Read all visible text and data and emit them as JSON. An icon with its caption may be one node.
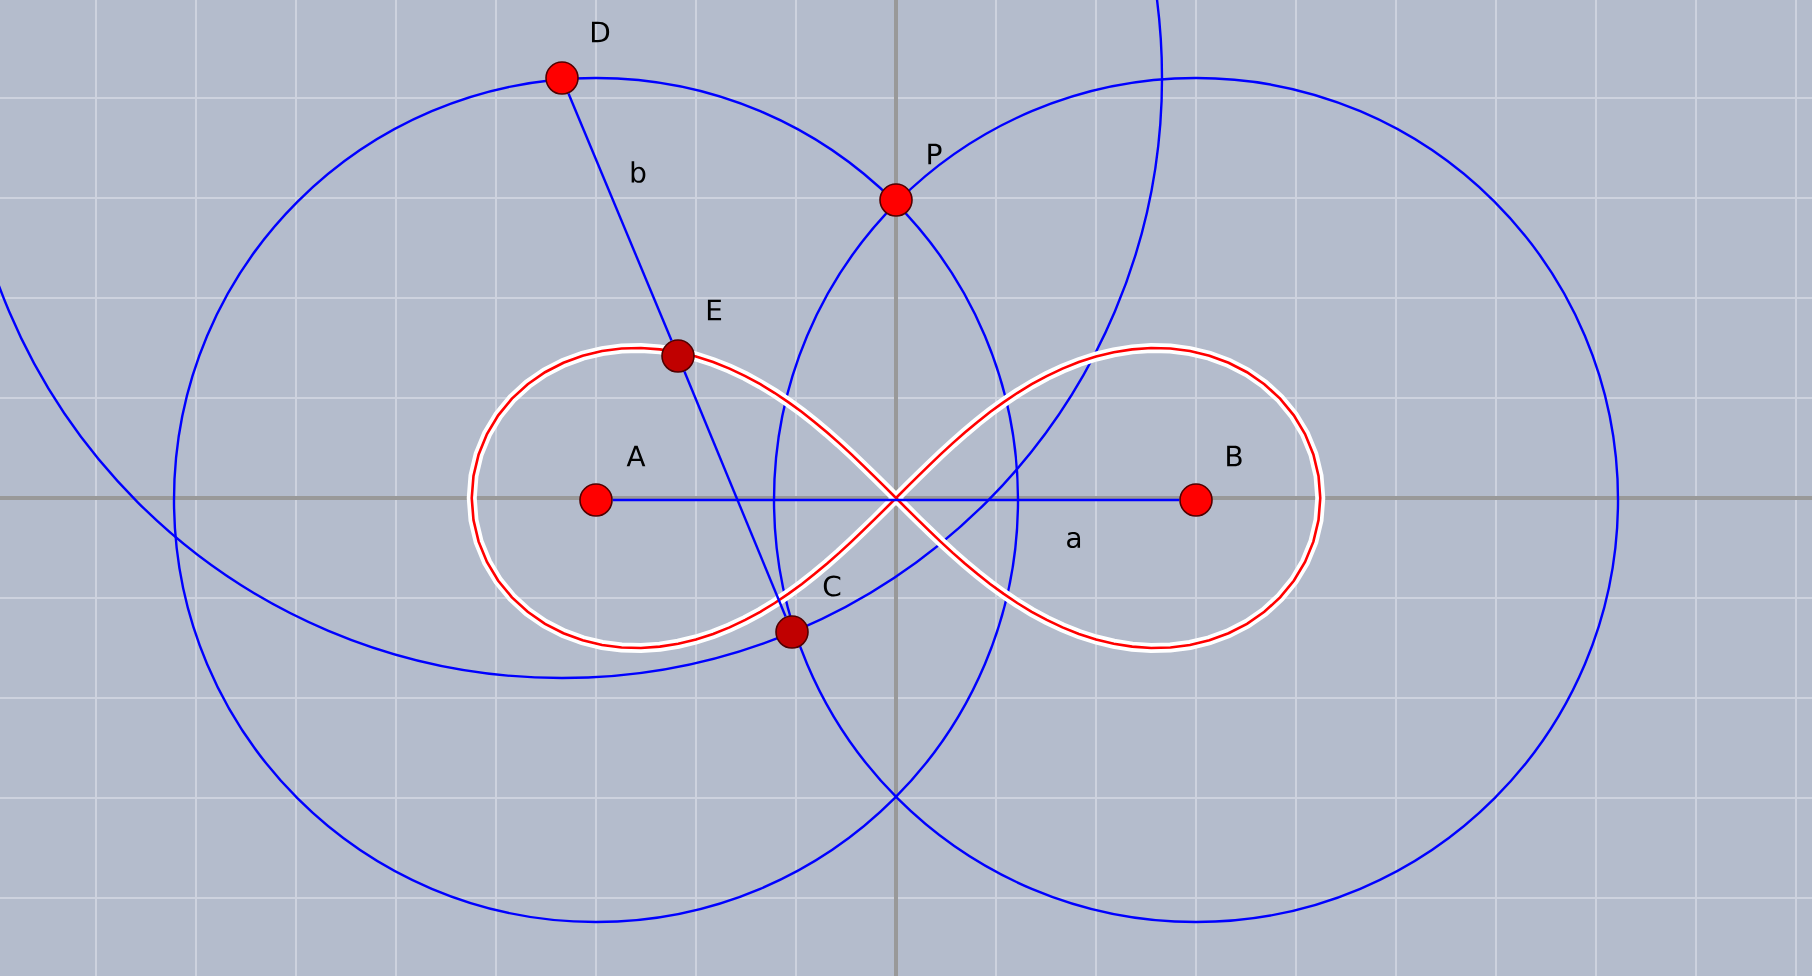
{
  "diagram": {
    "nodes": [
      {
        "text": [
          "D"
        ]
      },
      {
        "text": [
          "P"
        ]
      },
      {
        "text": [
          "E"
        ]
      },
      {
        "text": [
          "A"
        ]
      },
      {
        "text": [
          "B"
        ]
      },
      {
        "text": [
          "C"
        ]
      }
    ],
    "edges": [
      {
        "from": 3,
        "to": 4,
        "arrow": "none",
        "label": "a"
      },
      {
        "from": 0,
        "to": 2,
        "arrow": "none",
        "label": "b"
      },
      {
        "from": 2,
        "to": 5,
        "arrow": "none"
      }
    ]
  }
}
